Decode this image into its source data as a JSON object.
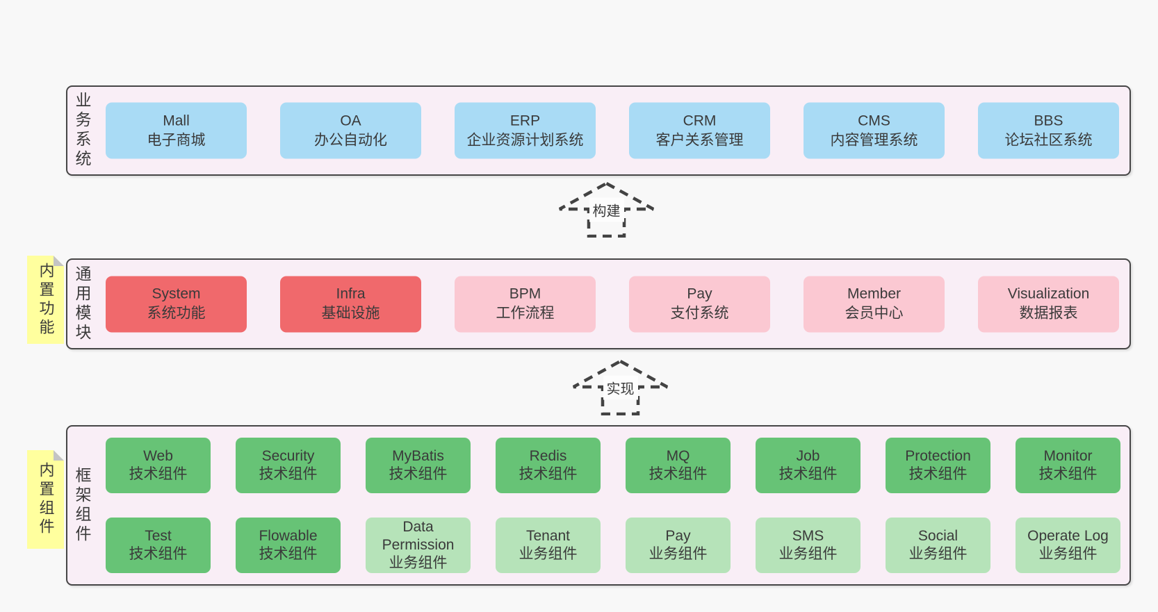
{
  "colors": {
    "page_bg": "#f8f8f8",
    "panel_bg": "#f9eef6",
    "panel_border": "#464646",
    "note_yellow": "#ffff9e",
    "text": "#3a3a3a",
    "blue": "#a9dbf5",
    "red": "#f0696c",
    "pink": "#fbc8d2",
    "green": "#67c376",
    "light_green": "#b6e3b9"
  },
  "layers": {
    "business": {
      "side_label": "业务系统",
      "boxes": [
        {
          "title": "Mall",
          "subtitle": "电子商城",
          "color": "blue"
        },
        {
          "title": "OA",
          "subtitle": "办公自动化",
          "color": "blue"
        },
        {
          "title": "ERP",
          "subtitle": "企业资源计划系统",
          "color": "blue"
        },
        {
          "title": "CRM",
          "subtitle": "客户关系管理",
          "color": "blue"
        },
        {
          "title": "CMS",
          "subtitle": "内容管理系统",
          "color": "blue"
        },
        {
          "title": "BBS",
          "subtitle": "论坛社区系统",
          "color": "blue"
        }
      ]
    },
    "modules": {
      "side_label": "通用模块",
      "note": "内置功能",
      "boxes": [
        {
          "title": "System",
          "subtitle": "系统功能",
          "color": "red"
        },
        {
          "title": "Infra",
          "subtitle": "基础设施",
          "color": "red"
        },
        {
          "title": "BPM",
          "subtitle": "工作流程",
          "color": "pink"
        },
        {
          "title": "Pay",
          "subtitle": "支付系统",
          "color": "pink"
        },
        {
          "title": "Member",
          "subtitle": "会员中心",
          "color": "pink"
        },
        {
          "title": "Visualization",
          "subtitle": "数据报表",
          "color": "pink"
        }
      ]
    },
    "framework": {
      "side_label": "框架组件",
      "note": "内置组件",
      "rows": [
        [
          {
            "title": "Web",
            "subtitle": "技术组件",
            "color": "green"
          },
          {
            "title": "Security",
            "subtitle": "技术组件",
            "color": "green"
          },
          {
            "title": "MyBatis",
            "subtitle": "技术组件",
            "color": "green"
          },
          {
            "title": "Redis",
            "subtitle": "技术组件",
            "color": "green"
          },
          {
            "title": "MQ",
            "subtitle": "技术组件",
            "color": "green"
          },
          {
            "title": "Job",
            "subtitle": "技术组件",
            "color": "green"
          },
          {
            "title": "Protection",
            "subtitle": "技术组件",
            "color": "green"
          },
          {
            "title": "Monitor",
            "subtitle": "技术组件",
            "color": "green"
          }
        ],
        [
          {
            "title": "Test",
            "subtitle": "技术组件",
            "color": "green"
          },
          {
            "title": "Flowable",
            "subtitle": "技术组件",
            "color": "green"
          },
          {
            "title": "Data Permission",
            "subtitle": "业务组件",
            "color": "light_green"
          },
          {
            "title": "Tenant",
            "subtitle": "业务组件",
            "color": "light_green"
          },
          {
            "title": "Pay",
            "subtitle": "业务组件",
            "color": "light_green"
          },
          {
            "title": "SMS",
            "subtitle": "业务组件",
            "color": "light_green"
          },
          {
            "title": "Social",
            "subtitle": "业务组件",
            "color": "light_green"
          },
          {
            "title": "Operate Log",
            "subtitle": "业务组件",
            "color": "light_green"
          }
        ]
      ]
    }
  },
  "arrows": [
    {
      "label": "构建"
    },
    {
      "label": "实现"
    }
  ]
}
